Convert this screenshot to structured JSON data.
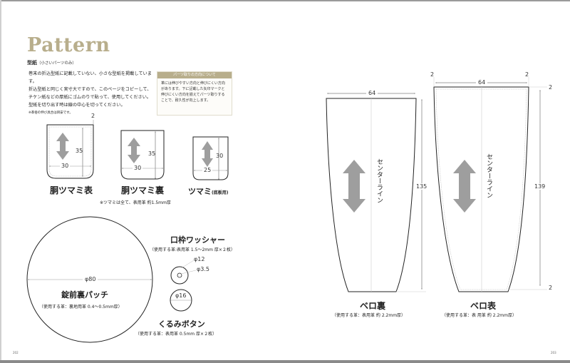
{
  "header": {
    "title": "Pattern",
    "subtitle": "型紙",
    "subtitle_note": "（小さいパーツのみ）"
  },
  "intro": {
    "lines": [
      "巻末の折込型紙に記載していない、小さな型紙を掲載しています。",
      "折込型紙と同じく実寸大ですので、このページをコピーして、",
      "チケン紙などの厚紙にゴムのりで貼って、使用してください。",
      "型紙を切り出す時は線の中心を切ってください。"
    ],
    "note": "※革俗の伸び具合は目安です。"
  },
  "info_box": {
    "heading": "パーツ取りの方向について",
    "body": "革には伸びやすい方向と伸びにくい方向があります。下に記載した矢印マークと伸びにくい方向を揃えてパーツ取りすることで、耐久性が向上します。",
    "icon": "horizontal-double-arrow-icon"
  },
  "parts": {
    "dou_tsumami_omote": {
      "label": "胴ツマミ表",
      "width": "30",
      "height": "35",
      "margin": "2"
    },
    "dou_tsumami_ura": {
      "label": "胴ツマミ裏",
      "width": "30",
      "height": "35"
    },
    "tsumami": {
      "label": "ツマミ",
      "label_note": "(底板用)",
      "width": "25",
      "height": "30"
    },
    "tsumami_note": "※ツマミは全て、表用革 約1.5mm厚",
    "patch": {
      "label": "錠前裏パッチ",
      "leather": "（使用する革：裏地用革 0.4～0.5mm厚）",
      "diameter": "φ80"
    },
    "washer": {
      "label": "口枠ワッシャー",
      "leather": "（使用する革:表用革 1.5～2mm 厚×２枚）",
      "outer": "φ12",
      "inner": "φ3.5"
    },
    "button": {
      "label": "くるみボタン",
      "leather": "（使用する革：表用革 0.5mm 厚×２枚）",
      "diameter": "φ16"
    },
    "bero_ura": {
      "label": "ベロ裏",
      "leather": "（使用する革：表用革 約 2.2mm厚）",
      "width": "64",
      "height": "135",
      "center_line": "センターライン"
    },
    "bero_omote": {
      "label": "ベロ表",
      "leather": "（使用する革：表 用革 約 2.2mm厚）",
      "width": "64",
      "height": "139",
      "margin": "2",
      "center_line": "センターライン"
    }
  },
  "footer": {
    "page_left": "202",
    "page_right": "203"
  },
  "colors": {
    "accent": "#b8ae8c",
    "arrow": "#9e9e9e",
    "line": "#222222",
    "guide": "#bdbdbd"
  }
}
